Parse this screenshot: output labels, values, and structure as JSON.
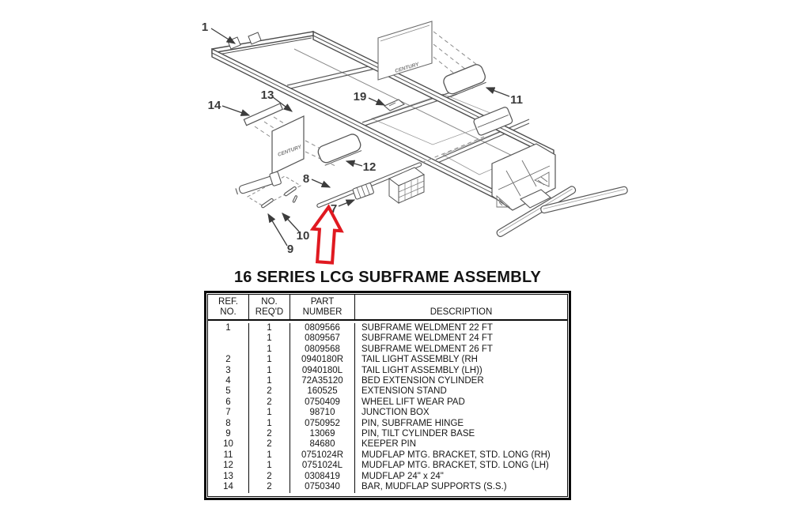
{
  "title": "16 SERIES LCG SUBFRAME ASSEMBLY",
  "diagram": {
    "logo": "CENTURY",
    "arrow_color": "#e01920",
    "line_color": "#555555",
    "callouts": {
      "n1": "1",
      "n7": "7",
      "n8": "8",
      "n9": "9",
      "n10": "10",
      "n11": "11",
      "n12": "12",
      "n13": "13",
      "n14": "14",
      "n19": "19"
    }
  },
  "table": {
    "headers": {
      "h1a": "REF.",
      "h1b": "NO.",
      "h2a": "NO.",
      "h2b": "REQ'D",
      "h3a": "PART",
      "h3b": "NUMBER",
      "h4": "DESCRIPTION"
    },
    "rows": [
      {
        "ref": "1",
        "qty": "1",
        "part": "0809566",
        "desc": "SUBFRAME WELDMENT 22 FT"
      },
      {
        "ref": "",
        "qty": "1",
        "part": "0809567",
        "desc": "SUBFRAME WELDMENT 24 FT"
      },
      {
        "ref": "",
        "qty": "1",
        "part": "0809568",
        "desc": "SUBFRAME WELDMENT 26 FT"
      },
      {
        "ref": "2",
        "qty": "1",
        "part": "0940180R",
        "desc": "TAIL LIGHT ASSEMBLY (RH"
      },
      {
        "ref": "3",
        "qty": "1",
        "part": "0940180L",
        "desc": "TAIL LIGHT ASSEMBLY (LH))"
      },
      {
        "ref": "4",
        "qty": "1",
        "part": "72A35120",
        "desc": "BED EXTENSION CYLINDER"
      },
      {
        "ref": "5",
        "qty": "2",
        "part": "160525",
        "desc": "EXTENSION STAND"
      },
      {
        "ref": "6",
        "qty": "2",
        "part": "0750409",
        "desc": "WHEEL LIFT WEAR PAD"
      },
      {
        "ref": "7",
        "qty": "1",
        "part": "98710",
        "desc": "JUNCTION BOX"
      },
      {
        "ref": "8",
        "qty": "1",
        "part": "0750952",
        "desc": "PIN, SUBFRAME HINGE"
      },
      {
        "ref": "9",
        "qty": "2",
        "part": "13069",
        "desc": "PIN, TILT CYLINDER BASE"
      },
      {
        "ref": "10",
        "qty": "2",
        "part": "84680",
        "desc": "KEEPER PIN"
      },
      {
        "ref": "11",
        "qty": "1",
        "part": "0751024R",
        "desc": "MUDFLAP MTG. BRACKET, STD. LONG (RH)"
      },
      {
        "ref": "12",
        "qty": "1",
        "part": "0751024L",
        "desc": "MUDFLAP MTG. BRACKET, STD. LONG (LH)"
      },
      {
        "ref": "13",
        "qty": "2",
        "part": "0308419",
        "desc": "MUDFLAP 24\" x 24\""
      },
      {
        "ref": "14",
        "qty": "2",
        "part": "0750340",
        "desc": "BAR, MUDFLAP SUPPORTS (S.S.)"
      }
    ]
  }
}
